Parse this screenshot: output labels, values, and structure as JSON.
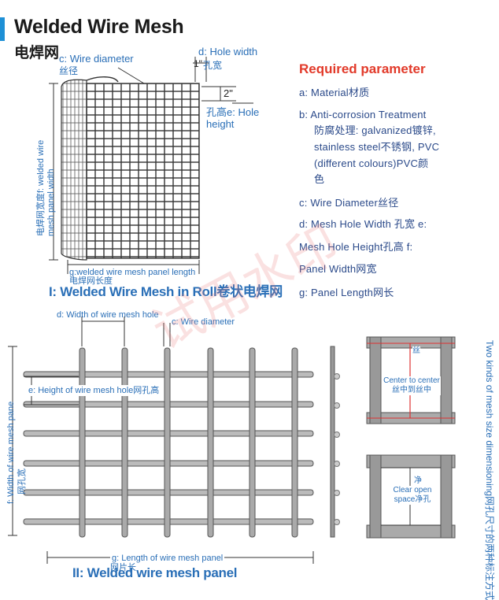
{
  "header": {
    "title": "Welded Wire Mesh",
    "subtitle": "电焊网"
  },
  "roll": {
    "wire_diameter_en": "c: Wire diameter",
    "wire_diameter_cn": "丝径",
    "hole_width_en": "d: Hole width",
    "hole_width_val": "1\"",
    "hole_width_cn": "孔宽",
    "hole_height_val": "2\"",
    "hole_height_cn": "孔高e: Hole",
    "hole_height_en": "height",
    "panel_width": "电焊网宽度f: welded wire mesh panel width",
    "panel_length_en": "g:welded wire mesh panel length",
    "panel_length_cn": "电焊网长度",
    "section_title": "I: Welded Wire Mesh in Roll卷状电焊网"
  },
  "required": {
    "title": "Required parameter",
    "items": [
      "a: Material材质",
      "b: Anti-corrosion Treatment",
      "防腐处理: galvanized镀锌,",
      "stainless steel不锈钢, PVC",
      "(different colours)PVC颜",
      "色",
      "c: Wire Diameter丝径",
      "d: Mesh Hole Width 孔宽 e:",
      "Mesh Hole Height孔高   f:",
      "Panel Width网宽",
      "g: Panel Length网长"
    ]
  },
  "panel": {
    "hole_width": "d: Width of wire mesh hole",
    "wire_diameter": "c: Wire diameter",
    "hole_height": "e: Height of wire mesh hole网孔高",
    "panel_width": "f: Width of wire mesh pane",
    "panel_width_cn": "网孔宽",
    "panel_length_en": "g: Length of wire mesh panel",
    "panel_length_cn": "网片长",
    "section_title": "II: Welded wire mesh panel"
  },
  "dimensioning": {
    "box1_top": "丝",
    "box1_label": "Center to center",
    "box1_cn": "丝中到丝中",
    "box2_top": "净",
    "box2_label": "Clear open",
    "box2_cn": "space净孔",
    "vertical_caption": "Two kinds of mesh size dimensioning网孔尺寸的两种标注方式"
  },
  "watermark": "试用水印"
}
